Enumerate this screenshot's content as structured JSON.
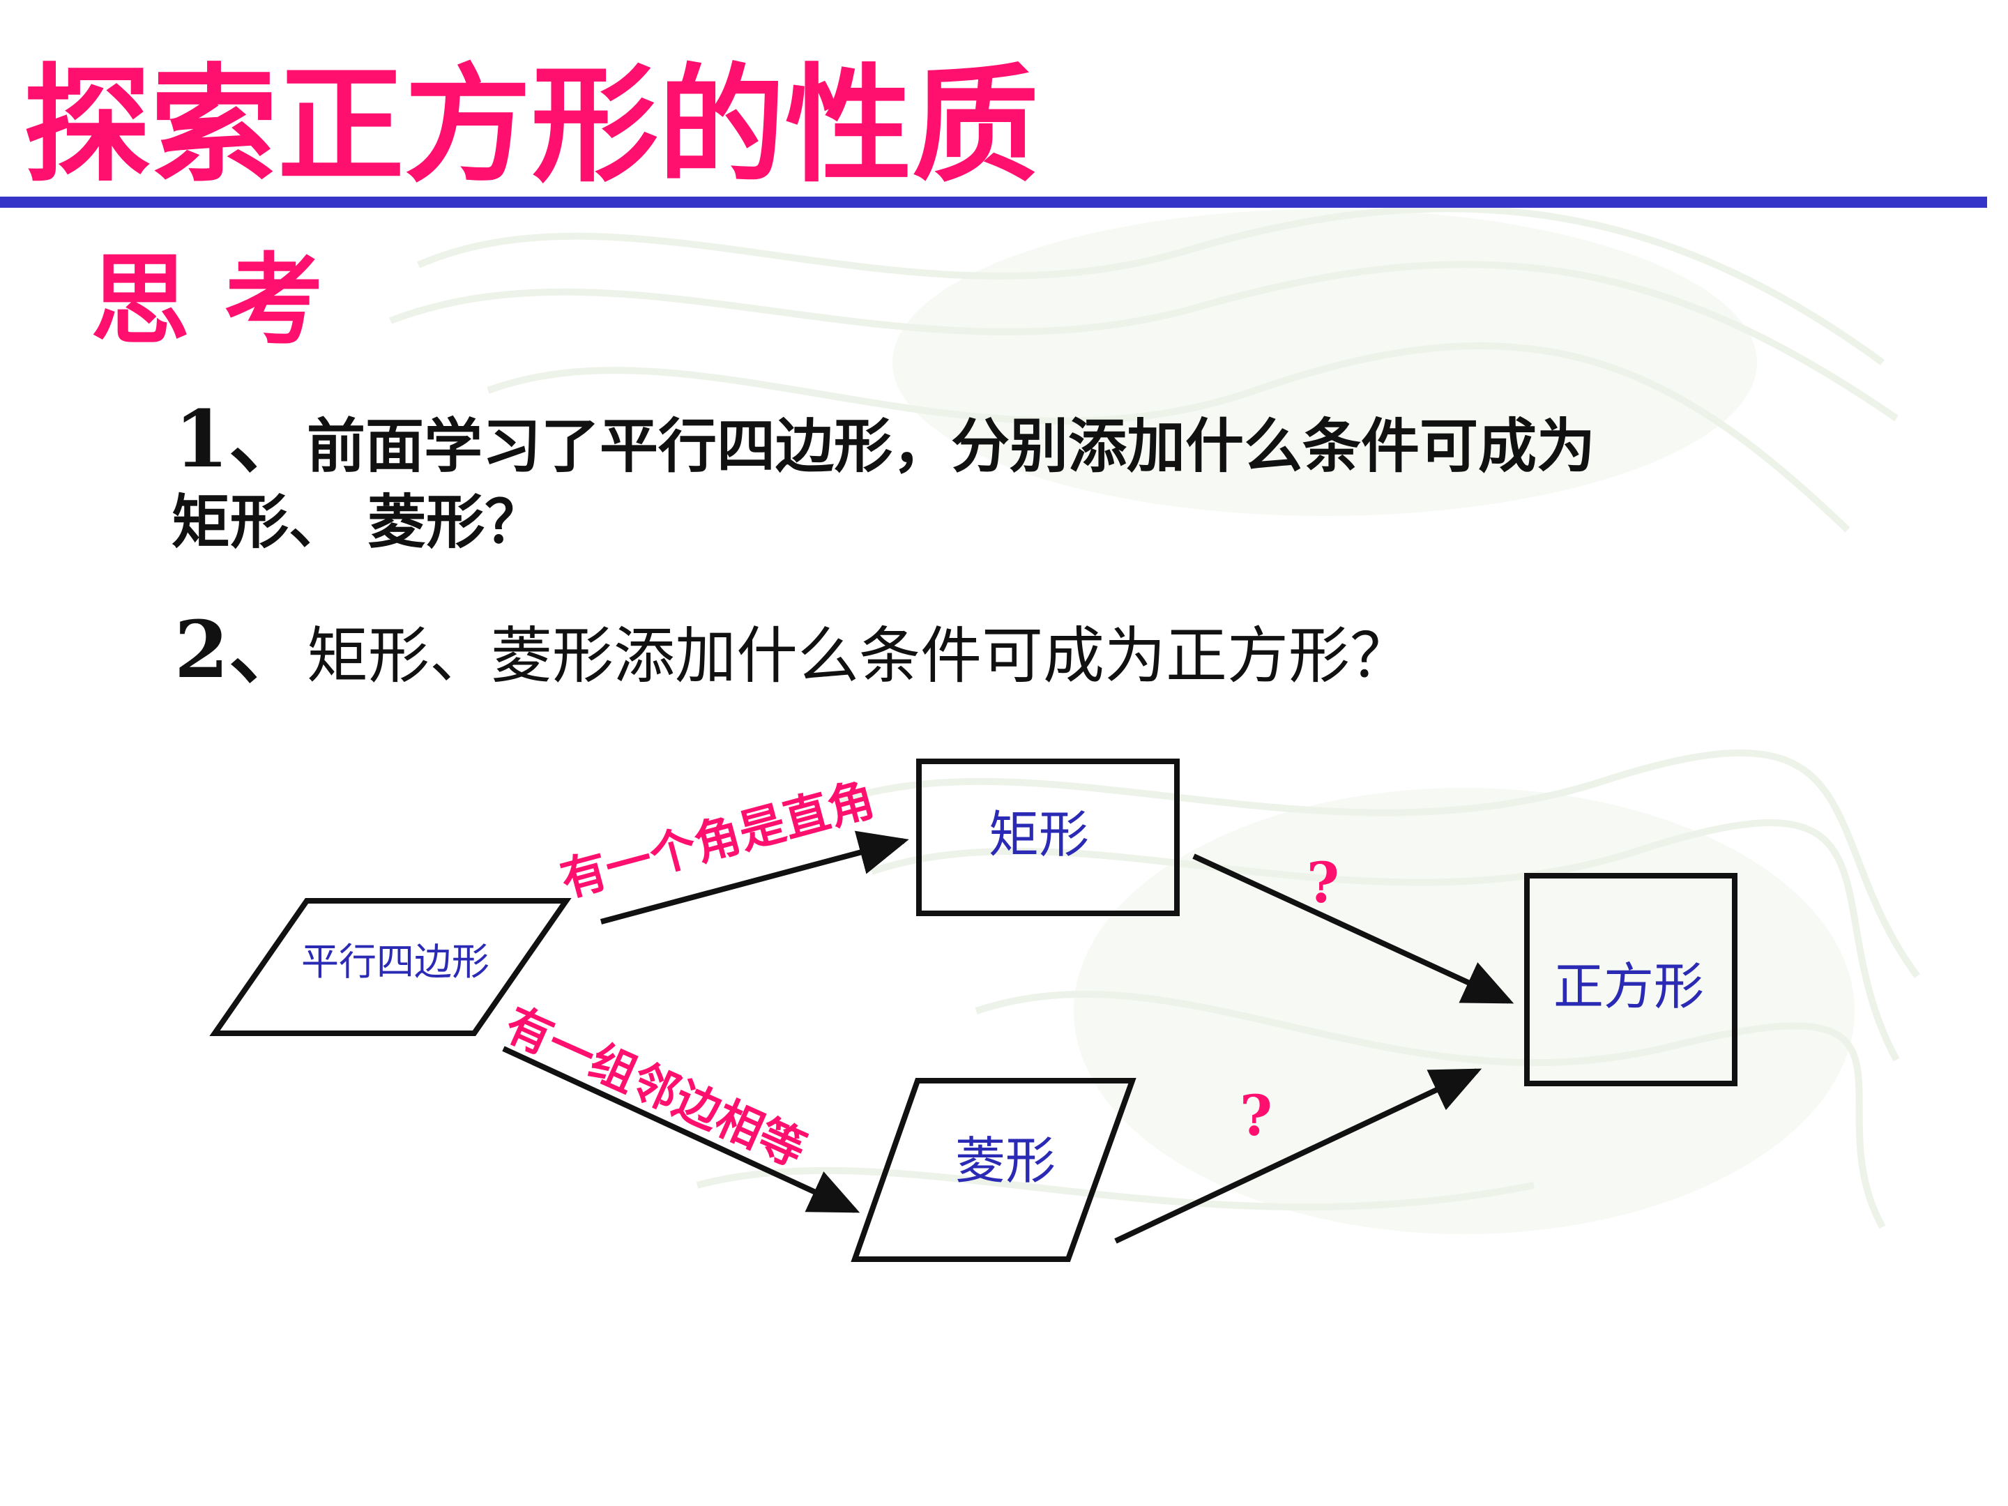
{
  "title": "探索正方形的性质",
  "heading": "思 考",
  "questions": [
    {
      "num": "1、",
      "line1": "前面学习了平行四边形，分别添加什么条件可成为",
      "line2": "矩形、 菱形？"
    },
    {
      "num": "2、",
      "line1": "矩形、菱形添加什么条件可成为正方形？"
    }
  ],
  "diagram": {
    "nodes": {
      "parallelogram": "平行四边形",
      "rectangle": "矩形",
      "rhombus": "菱形",
      "square": "正方形"
    },
    "edges": {
      "to_rectangle": "有一个角是直角",
      "to_rhombus": "有一组邻边相等",
      "rect_to_square": "?",
      "rhombus_to_square": "?"
    }
  },
  "colors": {
    "title": "#ff0f6e",
    "rule": "#3434c8",
    "node_text": "#2a2ab4",
    "edge_label": "#ff0f6e"
  }
}
